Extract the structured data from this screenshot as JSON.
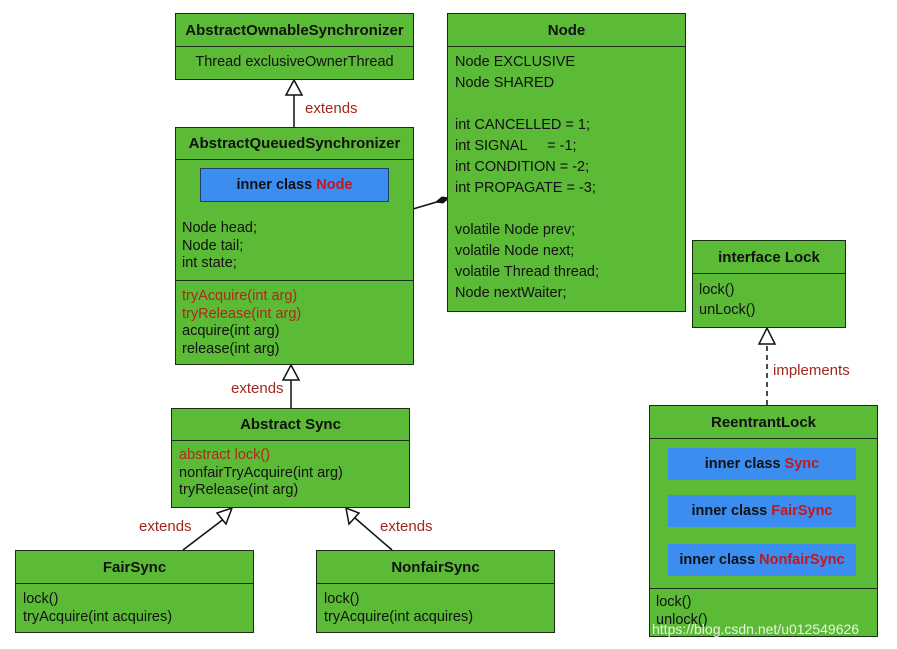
{
  "aos": {
    "title": "AbstractOwnableSynchronizer",
    "field": "Thread exclusiveOwnerThread"
  },
  "node": {
    "title": "Node",
    "fields": [
      "Node EXCLUSIVE",
      "Node SHARED",
      "",
      "int CANCELLED = 1;",
      "int SIGNAL     = -1;",
      "int CONDITION = -2;",
      "int PROPAGATE = -3;",
      "",
      "volatile Node prev;",
      "volatile Node next;",
      "volatile Thread thread;",
      "Node nextWaiter;"
    ]
  },
  "aqs": {
    "title": "AbstractQueuedSynchronizer",
    "inner": {
      "prefix": "inner class",
      "name": "Node"
    },
    "fields": [
      "Node head;",
      "Node tail;",
      "int state;"
    ],
    "methods_red": [
      "tryAcquire(int arg)",
      "tryRelease(int arg)"
    ],
    "methods": [
      "acquire(int arg)",
      "release(int arg)"
    ]
  },
  "sync": {
    "title": "Abstract Sync",
    "method_red": "abstract lock()",
    "methods": [
      "nonfairTryAcquire(int arg)",
      "tryRelease(int arg)"
    ]
  },
  "fair": {
    "title": "FairSync",
    "methods": [
      "lock()",
      "tryAcquire(int acquires)"
    ]
  },
  "nonfair": {
    "title": "NonfairSync",
    "methods": [
      "lock()",
      "tryAcquire(int acquires)"
    ]
  },
  "lock": {
    "title": "interface Lock",
    "methods": [
      "lock()",
      "unLock()"
    ]
  },
  "reentrant": {
    "title": "ReentrantLock",
    "inners": [
      {
        "prefix": "inner class",
        "name": "Sync"
      },
      {
        "prefix": "inner class",
        "name": "FairSync"
      },
      {
        "prefix": "inner class",
        "name": "NonfairSync"
      }
    ],
    "methods": [
      "lock()",
      "unlock()"
    ]
  },
  "labels": {
    "extends_aos": "extends",
    "extends_aqs": "extends",
    "extends_fair": "extends",
    "extends_nonfair": "extends",
    "implements": "implements"
  },
  "watermark": "https://blog.csdn.net/u012549626",
  "colors": {
    "class_fill": "#5cbb36",
    "inner_fill": "#3b8ef0",
    "keyword_red": "#b0281c",
    "label_red": "#a0281c"
  }
}
